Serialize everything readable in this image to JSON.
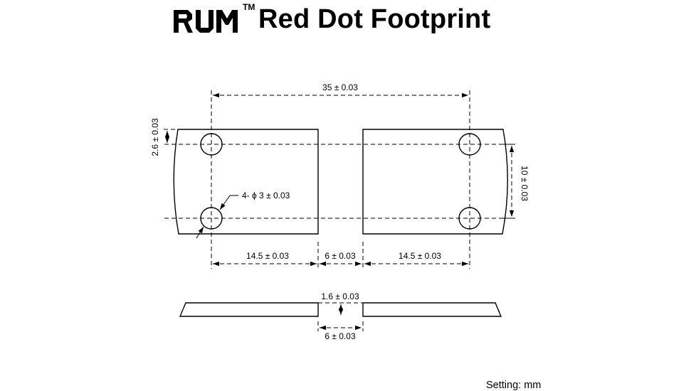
{
  "header": {
    "brand": "RUM",
    "trademark": "TM",
    "title": "Red Dot Footprint"
  },
  "dimensions": {
    "hole_spacing": "35 ± 0.03",
    "top_offset": "2.6 ± 0.03",
    "hole_callout": "4- ϕ 3 ± 0.03",
    "vertical_spacing": "10 ± 0.03",
    "left_pad_width": "14.5 ± 0.03",
    "center_gap": "6 ± 0.03",
    "right_pad_width": "14.5 ± 0.03",
    "thickness": "1.6 ± 0.03",
    "side_gap": "6 ± 0.03"
  },
  "units_note": "Setting: mm"
}
